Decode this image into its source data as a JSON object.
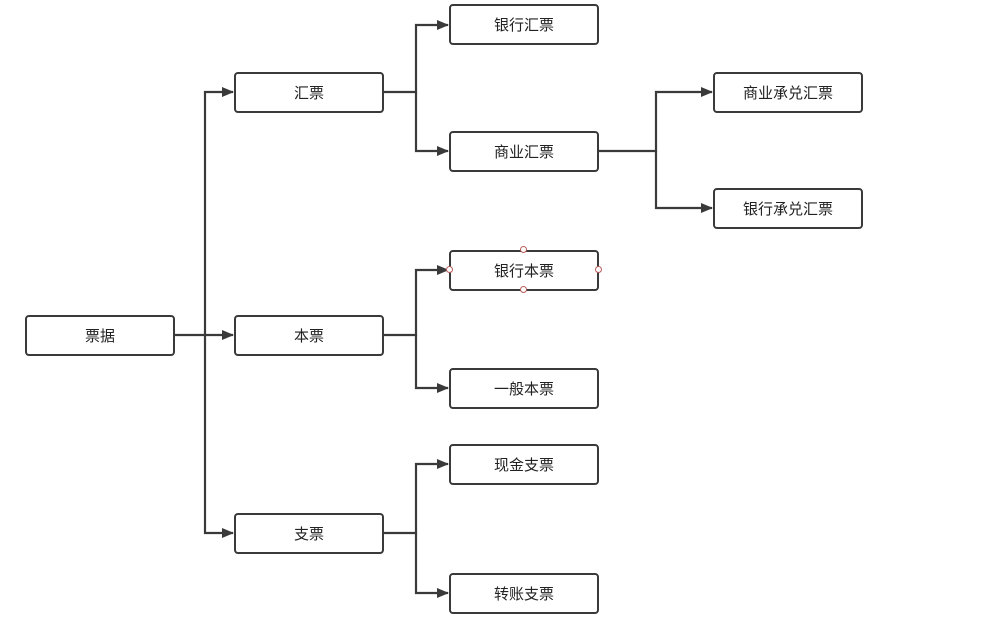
{
  "diagram": {
    "nodes": {
      "root": "票据",
      "huipiao": "汇票",
      "benpiao": "本票",
      "zhipiao": "支票",
      "yinhang_huipiao": "银行汇票",
      "shangye_huipiao": "商业汇票",
      "shangye_chengdui": "商业承兑汇票",
      "yinhang_chengdui": "银行承兑汇票",
      "yinhang_benpiao": "银行本票",
      "yiban_benpiao": "一般本票",
      "xianjin_zhipiao": "现金支票",
      "zhuanzhang_zhipiao": "转账支票"
    },
    "selected_node": "yinhang_benpiao",
    "colors": {
      "line": "#3a3a3a",
      "node_border": "#3a3a3a",
      "text": "#222222",
      "selection_handle": "#b85c5c"
    }
  }
}
